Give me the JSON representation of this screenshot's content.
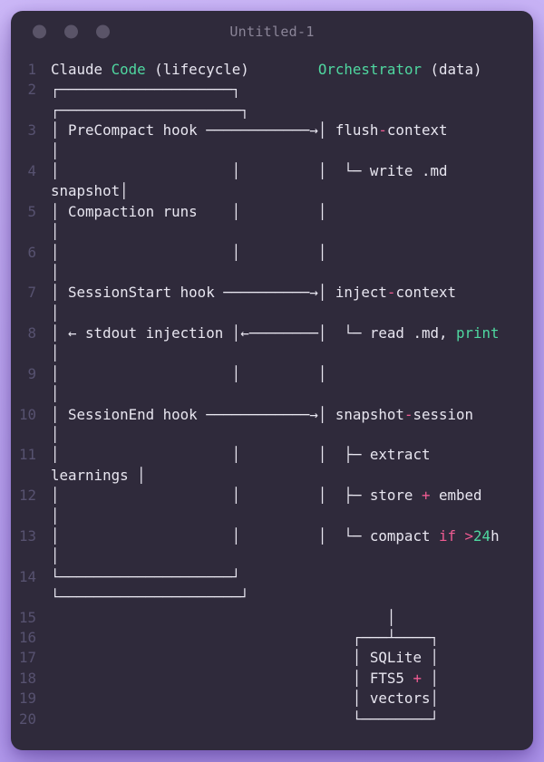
{
  "window": {
    "title": "Untitled-1",
    "traffic_lights": [
      "close",
      "minimize",
      "zoom"
    ]
  },
  "colors": {
    "page_bg_start": "#cdb9f8",
    "page_bg_end": "#b299ef",
    "window_bg": "#2f2a3b",
    "fg": "#e8e6f0",
    "green": "#4fd7a0",
    "pink": "#ef5b92",
    "gutter": "#575270",
    "title": "#8b8598",
    "traffic": "#5a5468"
  },
  "editor": {
    "line_count": 20,
    "lines": [
      {
        "num": "1",
        "segments": [
          [
            "Claude ",
            "fg"
          ],
          [
            "Code",
            "green"
          ],
          [
            " (lifecycle)        ",
            "fg"
          ],
          [
            "Orchestrator",
            "green"
          ],
          [
            " (data)",
            "fg"
          ]
        ]
      },
      {
        "num": "2",
        "segments": [
          [
            "┌────────────────────┐",
            "fg"
          ]
        ]
      },
      {
        "num": "",
        "segments": [
          [
            "┌─────────────────────┐",
            "fg"
          ]
        ]
      },
      {
        "num": "3",
        "segments": [
          [
            "│ PreCompact hook ────────────→│ flush",
            "fg"
          ],
          [
            "-",
            "pink"
          ],
          [
            "context",
            "fg"
          ]
        ]
      },
      {
        "num": "",
        "segments": [
          [
            "│",
            "fg"
          ]
        ]
      },
      {
        "num": "4",
        "segments": [
          [
            "│                    │         │  └─ write .md",
            "fg"
          ]
        ]
      },
      {
        "num": "",
        "segments": [
          [
            "snapshot│",
            "fg"
          ]
        ]
      },
      {
        "num": "5",
        "segments": [
          [
            "│ Compaction runs    │         │",
            "fg"
          ]
        ]
      },
      {
        "num": "",
        "segments": [
          [
            "│",
            "fg"
          ]
        ]
      },
      {
        "num": "6",
        "segments": [
          [
            "│                    │         │",
            "fg"
          ]
        ]
      },
      {
        "num": "",
        "segments": [
          [
            "│",
            "fg"
          ]
        ]
      },
      {
        "num": "7",
        "segments": [
          [
            "│ SessionStart hook ──────────→│ inject",
            "fg"
          ],
          [
            "-",
            "pink"
          ],
          [
            "context",
            "fg"
          ]
        ]
      },
      {
        "num": "",
        "segments": [
          [
            "│",
            "fg"
          ]
        ]
      },
      {
        "num": "8",
        "segments": [
          [
            "│ ← stdout injection │←────────│  └─ read .md, ",
            "fg"
          ],
          [
            "print",
            "green"
          ]
        ]
      },
      {
        "num": "",
        "segments": [
          [
            "│",
            "fg"
          ]
        ]
      },
      {
        "num": "9",
        "segments": [
          [
            "│                    │         │",
            "fg"
          ]
        ]
      },
      {
        "num": "",
        "segments": [
          [
            "│",
            "fg"
          ]
        ]
      },
      {
        "num": "10",
        "segments": [
          [
            "│ SessionEnd hook ────────────→│ snapshot",
            "fg"
          ],
          [
            "-",
            "pink"
          ],
          [
            "session",
            "fg"
          ]
        ]
      },
      {
        "num": "",
        "segments": [
          [
            "│",
            "fg"
          ]
        ]
      },
      {
        "num": "11",
        "segments": [
          [
            "│                    │         │  ├─ extract",
            "fg"
          ]
        ]
      },
      {
        "num": "",
        "segments": [
          [
            "learnings │",
            "fg"
          ]
        ]
      },
      {
        "num": "12",
        "segments": [
          [
            "│                    │         │  ├─ store ",
            "fg"
          ],
          [
            "+",
            "pink"
          ],
          [
            " embed",
            "fg"
          ]
        ]
      },
      {
        "num": "",
        "segments": [
          [
            "│",
            "fg"
          ]
        ]
      },
      {
        "num": "13",
        "segments": [
          [
            "│                    │         │  └─ compact ",
            "fg"
          ],
          [
            "if",
            "pink"
          ],
          [
            " ",
            "fg"
          ],
          [
            ">",
            "pink"
          ],
          [
            "24",
            "green"
          ],
          [
            "h",
            "fg"
          ]
        ]
      },
      {
        "num": "",
        "segments": [
          [
            "│",
            "fg"
          ]
        ]
      },
      {
        "num": "14",
        "segments": [
          [
            "└────────────────────┘",
            "fg"
          ]
        ]
      },
      {
        "num": "",
        "segments": [
          [
            "└─────────────────────┘",
            "fg"
          ]
        ]
      },
      {
        "num": "15",
        "segments": [
          [
            "                                       │",
            "fg"
          ]
        ]
      },
      {
        "num": "16",
        "segments": [
          [
            "                                   ┌───┴────┐",
            "fg"
          ]
        ]
      },
      {
        "num": "17",
        "segments": [
          [
            "                                   │ SQLite │",
            "fg"
          ]
        ]
      },
      {
        "num": "18",
        "segments": [
          [
            "                                   │ FTS5 ",
            "fg"
          ],
          [
            "+",
            "pink"
          ],
          [
            " │",
            "fg"
          ]
        ]
      },
      {
        "num": "19",
        "segments": [
          [
            "                                   │ vectors│",
            "fg"
          ]
        ]
      },
      {
        "num": "20",
        "segments": [
          [
            "                                   └────────┘",
            "fg"
          ]
        ]
      }
    ]
  }
}
